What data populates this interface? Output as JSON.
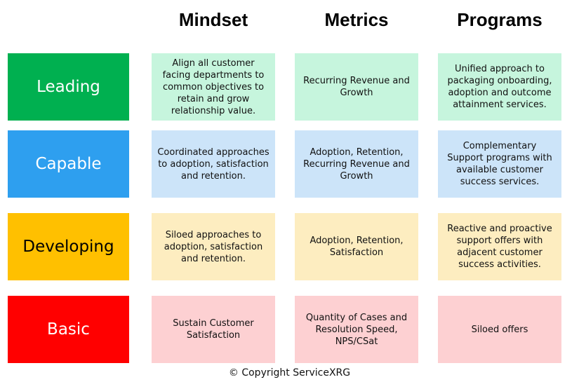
{
  "headers": [
    "Mindset",
    "Metrics",
    "Programs"
  ],
  "levels": [
    {
      "label": "Leading",
      "color": "#00b050",
      "text_color": "#ffffff",
      "cell_color": "#c6f5dd",
      "cells": [
        "Align all customer facing departments to common objectives to retain and grow relationship value.",
        "Recurring Revenue and Growth",
        "Unified approach to packaging onboarding, adoption and outcome attainment services."
      ]
    },
    {
      "label": "Capable",
      "color": "#2e9fef",
      "text_color": "#ffffff",
      "cell_color": "#cce4f9",
      "cells": [
        "Coordinated approaches to adoption, satisfaction and retention.",
        "Adoption, Retention, Recurring Revenue and Growth",
        "Complementary Support programs with available customer success services."
      ]
    },
    {
      "label": "Developing",
      "color": "#ffc000",
      "text_color": "#000000",
      "cell_color": "#fdedc0",
      "cells": [
        "Siloed approaches to adoption, satisfaction and retention.",
        "Adoption, Retention, Satisfaction",
        "Reactive and proactive support offers with adjacent customer success activities."
      ]
    },
    {
      "label": "Basic",
      "color": "#ff0000",
      "text_color": "#ffffff",
      "cell_color": "#fdd0d2",
      "cells": [
        "Sustain Customer Satisfaction",
        "Quantity of Cases and Resolution Speed, NPS/CSat",
        "Siloed offers"
      ]
    }
  ],
  "footer": "© Copyright ServiceXRG"
}
